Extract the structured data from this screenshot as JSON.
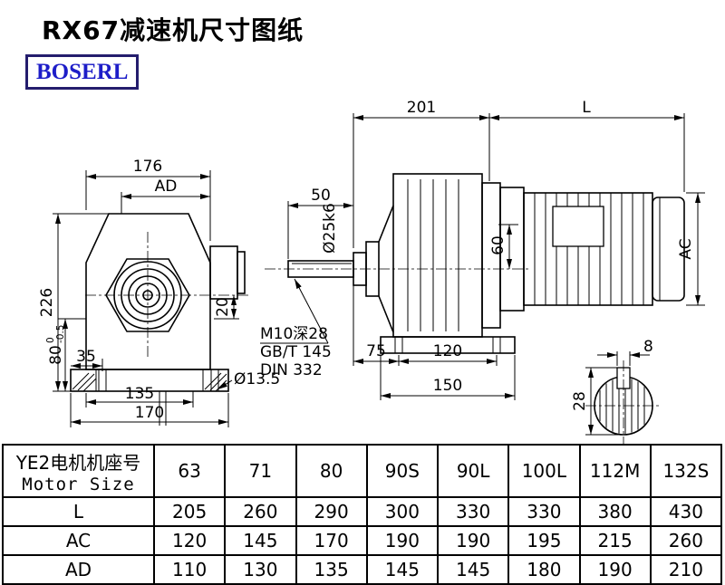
{
  "page": {
    "title": "RX67减速机尺寸图纸",
    "logo": "BOSERL"
  },
  "front_view": {
    "dim_176": "176",
    "dim_ad": "AD",
    "dim_226": "226",
    "dim_80": "80",
    "dim_80_tol_upper": "0",
    "dim_80_tol_lower": "-0.5",
    "dim_35": "35",
    "dim_135": "135",
    "dim_170": "170",
    "dim_20": "20",
    "dim_hole": "Ø13.5"
  },
  "side_view": {
    "dim_201": "201",
    "dim_l": "L",
    "dim_50": "50",
    "dim_shaft": "Ø25k6",
    "dim_60": "60",
    "dim_ac": "AC",
    "tap_line1": "M10深28",
    "tap_line2": "GB/T 145",
    "tap_line3": "DIN 332",
    "dim_75": "75",
    "dim_120": "120",
    "dim_150": "150"
  },
  "shaft_detail": {
    "dim_8": "8",
    "dim_28": "28"
  },
  "table": {
    "header": {
      "cn": "YE2电机机座号",
      "en": "Motor Size"
    },
    "sizes": [
      "63",
      "71",
      "80",
      "90S",
      "90L",
      "100L",
      "112M",
      "132S"
    ],
    "rows": [
      {
        "label": "L",
        "values": [
          "205",
          "260",
          "290",
          "300",
          "330",
          "330",
          "380",
          "430"
        ]
      },
      {
        "label": "AC",
        "values": [
          "120",
          "145",
          "170",
          "190",
          "190",
          "195",
          "215",
          "260"
        ]
      },
      {
        "label": "AD",
        "values": [
          "110",
          "130",
          "135",
          "145",
          "145",
          "180",
          "190",
          "210"
        ]
      }
    ]
  }
}
